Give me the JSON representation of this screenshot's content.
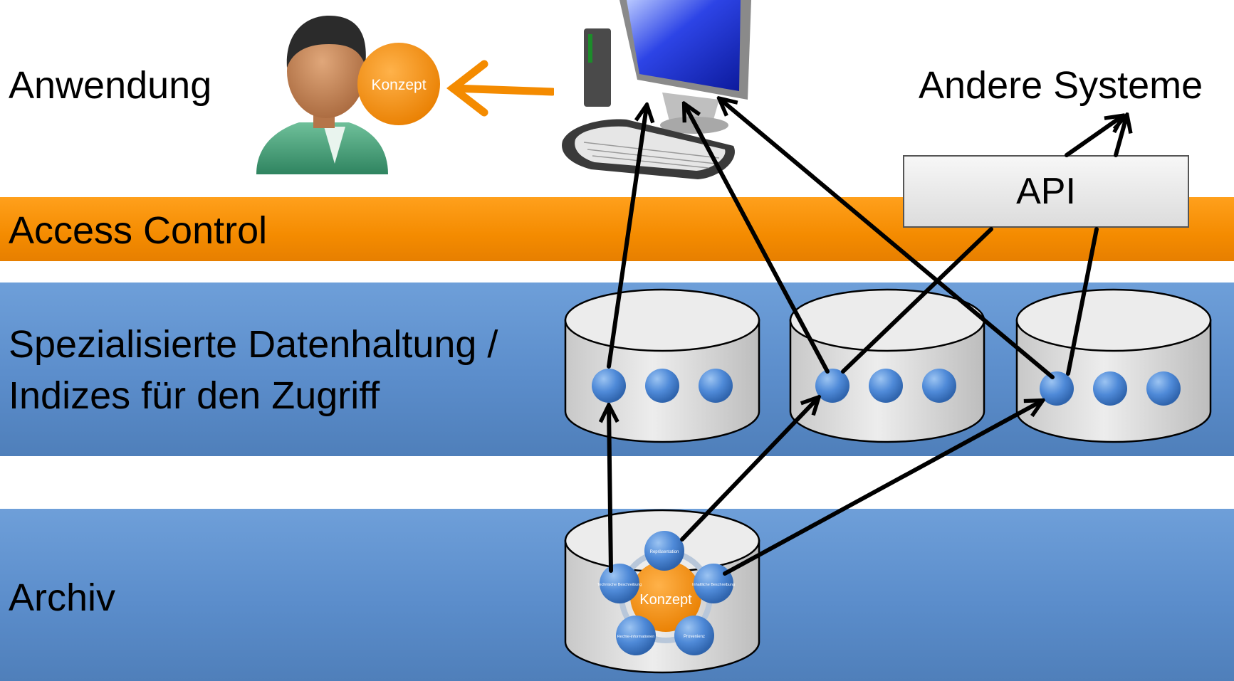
{
  "layers": {
    "application": "Anwendung",
    "access_control": "Access Control",
    "specialized_storage_line1": "Spezialisierte Datenhaltung /",
    "specialized_storage_line2": "Indizes für den Zugriff",
    "archive": "Archiv"
  },
  "other_systems": "Andere Systeme",
  "api": "API",
  "user": {
    "concept_bubble": "Konzept"
  },
  "archive_concept": {
    "center": "Konzept",
    "nodes": [
      "Repräsentation",
      "Inhaltliche Beschreibung",
      "Provenienz",
      "Rechte-informationen",
      "Technische Beschreibung"
    ]
  },
  "colors": {
    "orange": "#f48b00",
    "blue_band": "#5b8dcb",
    "node_blue": "#4f8ad8",
    "cylinder_gray": "#d9d9d9"
  }
}
